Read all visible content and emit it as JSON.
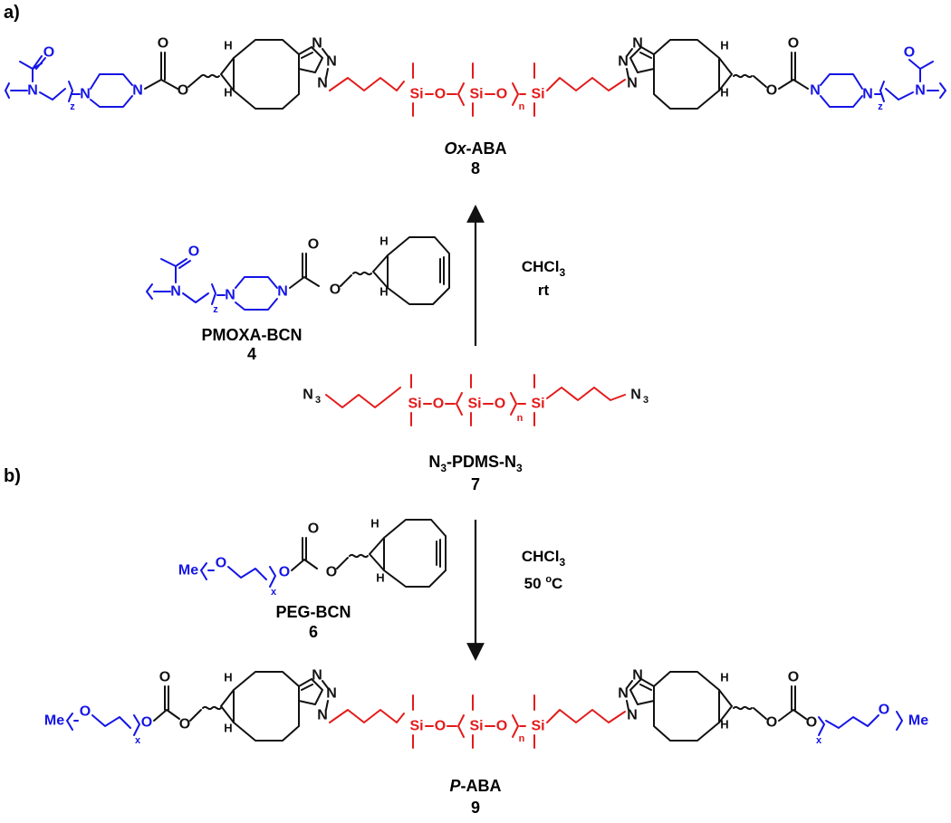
{
  "panels": {
    "a": "a)",
    "b": "b)"
  },
  "atoms": {
    "N": "N",
    "O": "O",
    "H": "H",
    "Si": "Si",
    "Me": "Me",
    "N3": "N",
    "sub3": "3",
    "z": "z",
    "n": "n",
    "x": "x"
  },
  "colors": {
    "pmoxa": "#1414e6",
    "pdms": "#e41a1a",
    "core": "#111111",
    "peg": "#1414e6"
  },
  "compounds": {
    "ox_aba": {
      "name_italic": "Ox",
      "name_rest": "-ABA",
      "number": "8"
    },
    "pmoxa_bcn": {
      "name": "PMOXA-BCN",
      "number": "4"
    },
    "n3_pdms_n3": {
      "name_a": "N",
      "name_sub1": "3",
      "name_b": "-PDMS-N",
      "name_sub2": "3",
      "number": "7"
    },
    "peg_bcn": {
      "name": "PEG-BCN",
      "number": "6"
    },
    "p_aba": {
      "name_italic": "P",
      "name_rest": "-ABA",
      "number": "9"
    }
  },
  "conditions": {
    "top": {
      "solvent": "CHCl",
      "solvent_sub": "3",
      "temp": "rt"
    },
    "bottom": {
      "solvent": "CHCl",
      "solvent_sub": "3",
      "temp_num": "50 ",
      "temp_unit_sup": "o",
      "temp_unit": "C"
    }
  }
}
